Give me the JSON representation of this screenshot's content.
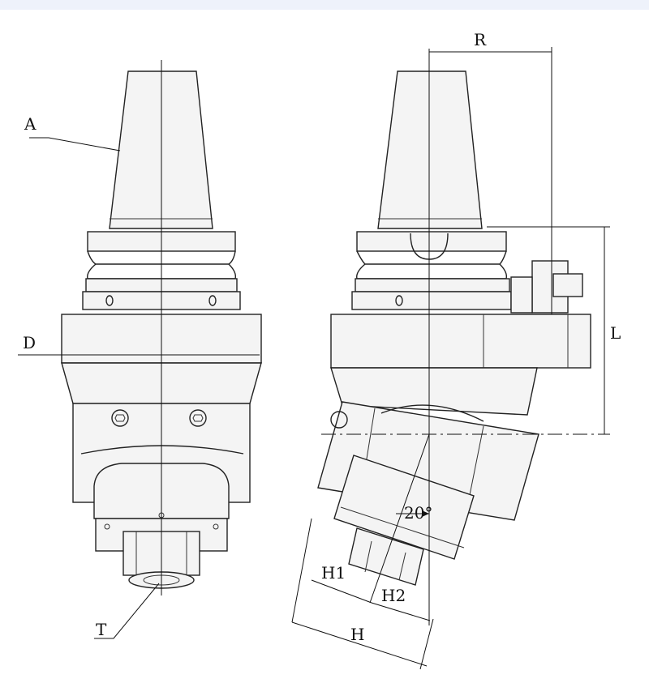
{
  "labels": {
    "A": "A",
    "D": "D",
    "T": "T",
    "R": "R",
    "L": "L",
    "angle": "20°",
    "H1": "H1",
    "H2": "H2",
    "H": "H"
  }
}
